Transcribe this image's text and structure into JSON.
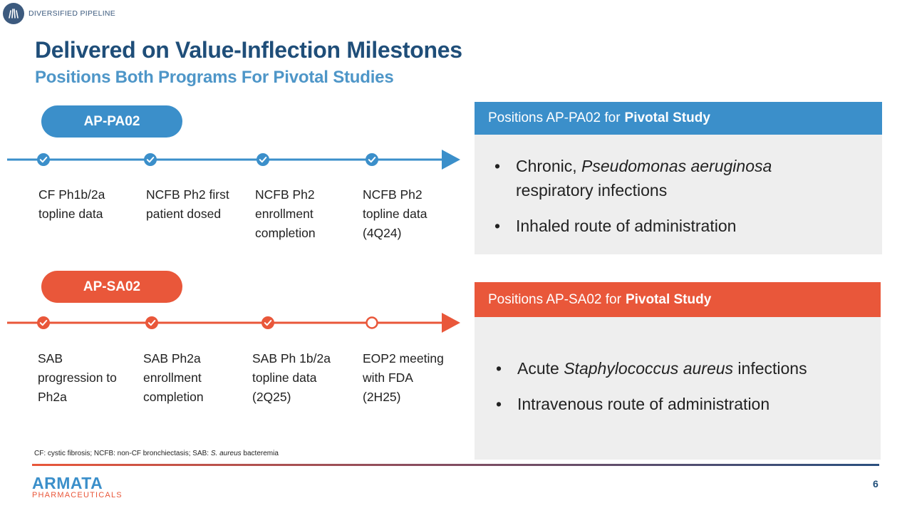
{
  "header": {
    "section_label": "DIVERSIFIED PIPELINE",
    "title": "Delivered on Value-Inflection Milestones",
    "subtitle": "Positions Both Programs For Pivotal Studies"
  },
  "programs": [
    {
      "name": "AP-PA02",
      "color": "#3b8fca",
      "milestones": [
        {
          "lines": [
            "CF Ph1b/2a",
            "topline data"
          ],
          "status": "complete"
        },
        {
          "lines": [
            "NCFB Ph2 first",
            "patient dosed"
          ],
          "status": "complete"
        },
        {
          "lines": [
            "NCFB Ph2",
            "enrollment",
            "completion"
          ],
          "status": "complete"
        },
        {
          "lines": [
            "NCFB Ph2",
            "topline data",
            "(4Q24)"
          ],
          "status": "complete"
        }
      ],
      "panel": {
        "heading_prefix": "Positions AP-PA02 for",
        "heading_bold": "Pivotal Study",
        "bullets": [
          {
            "pre": "Chronic, ",
            "italic": "Pseudomonas aeruginosa",
            "post": "",
            "line2": "respiratory infections"
          },
          {
            "pre": "Inhaled route of administration",
            "italic": "",
            "post": "",
            "line2": ""
          }
        ]
      }
    },
    {
      "name": "AP-SA02",
      "color": "#e9573a",
      "milestones": [
        {
          "lines": [
            "SAB",
            "progression to",
            "Ph2a"
          ],
          "status": "complete"
        },
        {
          "lines": [
            "SAB Ph2a",
            "enrollment",
            "completion"
          ],
          "status": "complete"
        },
        {
          "lines": [
            "SAB Ph 1b/2a",
            "topline data",
            "(2Q25)"
          ],
          "status": "complete"
        },
        {
          "lines": [
            "EOP2 meeting",
            "with FDA",
            "(2H25)"
          ],
          "status": "pending"
        }
      ],
      "panel": {
        "heading_prefix": "Positions AP-SA02 for",
        "heading_bold": "Pivotal Study",
        "bullets": [
          {
            "pre": "Acute ",
            "italic": "Staphylococcus aureus",
            "post": " infections",
            "line2": ""
          },
          {
            "pre": "Intravenous route of administration",
            "italic": "",
            "post": "",
            "line2": ""
          }
        ]
      }
    }
  ],
  "footnote": {
    "pre": "CF: cystic fibrosis; NCFB: non-CF bronchiectasis; SAB: ",
    "italic": "S. aureus",
    "post": " bacteremia"
  },
  "footer": {
    "brand_line1": "ARMATA",
    "brand_line2": "PHARMACEUTICALS",
    "page_number": "6"
  },
  "bullet_char": "•"
}
